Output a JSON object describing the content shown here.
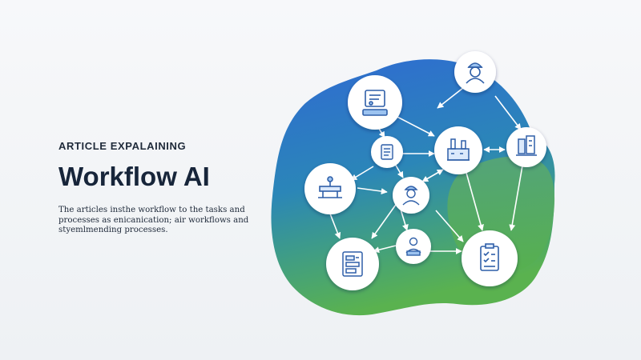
{
  "hero": {
    "eyebrow": "ARTICLE EXPALAINING",
    "title": "Workflow AI",
    "description_lines": [
      "The articles insthe workflow to the tasks and",
      "processes as enicanication; air workflows and",
      "styemlmending processes."
    ]
  },
  "illustration": {
    "colors": {
      "top": "#2f6ad3",
      "mid": "#2c8ab0",
      "bottom": "#5ab24f",
      "node_fill": "#ffffff",
      "icon": "#2f5fa8",
      "edge": "#ffffff"
    },
    "nodes": [
      {
        "id": "worker-top-right",
        "icon": "worker-icon"
      },
      {
        "id": "document-monitor",
        "icon": "document-monitor-icon"
      },
      {
        "id": "factory-center",
        "icon": "factory-icon"
      },
      {
        "id": "buildings-right",
        "icon": "buildings-icon"
      },
      {
        "id": "small-document",
        "icon": "small-document-icon"
      },
      {
        "id": "machine-left",
        "icon": "machine-icon"
      },
      {
        "id": "worker-center",
        "icon": "worker-icon"
      },
      {
        "id": "person-laptop",
        "icon": "person-laptop-icon"
      },
      {
        "id": "form-bottom-left",
        "icon": "form-icon"
      },
      {
        "id": "checklist-bottom-right",
        "icon": "checklist-icon"
      }
    ]
  }
}
